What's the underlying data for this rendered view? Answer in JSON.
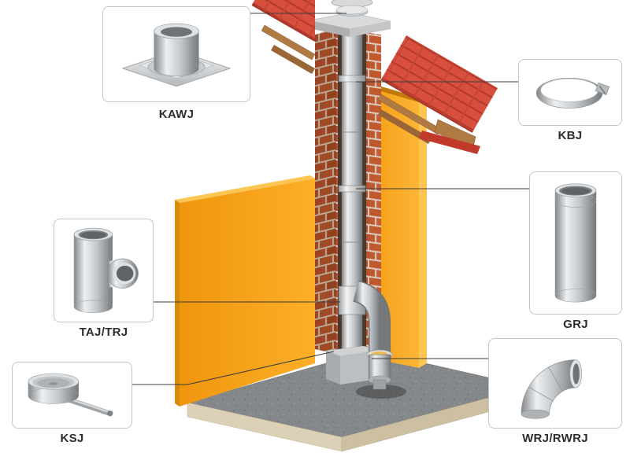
{
  "diagram": {
    "type": "chimney-flue-system-component-diagram",
    "background": "#ffffff",
    "callouts": {
      "kawj": {
        "label": "KAWJ",
        "icon": "roof-support-plate-icon"
      },
      "kbj": {
        "label": "KBJ",
        "icon": "locking-band-clamp-icon"
      },
      "grj": {
        "label": "GRJ",
        "icon": "straight-pipe-icon"
      },
      "wrj": {
        "label": "WRJ/RWRJ",
        "icon": "ninety-degree-elbow-icon"
      },
      "taj": {
        "label": "TAJ/TRJ",
        "icon": "tee-piece-icon"
      },
      "ksj": {
        "label": "KSJ",
        "icon": "condensate-drain-cap-icon"
      }
    },
    "colors": {
      "wall_orange": "#F5A018",
      "wall_edge_light": "#FDC552",
      "brick_red": "#C05A2E",
      "mortar": "#D8CCBF",
      "roof_tile_red": "#D94F3D",
      "wood_brown": "#B07A45",
      "steel_light": "#EDEFF0",
      "steel_dark": "#75797C",
      "floor_concrete": "#85888B",
      "floor_slab_side": "#DCD0B6",
      "connector_line": "#3c3c3c",
      "label_text": "#2d2d2d"
    }
  }
}
